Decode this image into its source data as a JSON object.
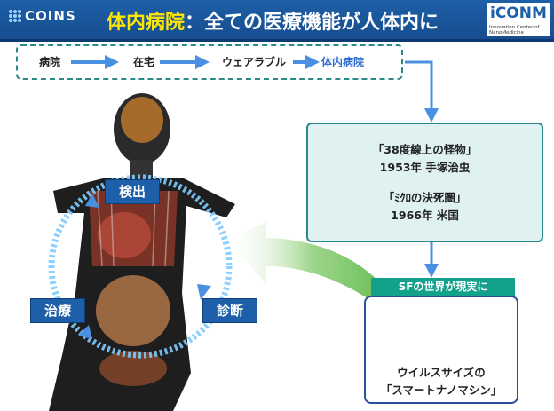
{
  "header": {
    "logo_left": "COINS",
    "title_highlight": "体内病院",
    "title_rest": "：全ての医療機能が人体内に",
    "logo_right": "iCONM",
    "logo_right_sub": "Innovation Center of NanoMedicine"
  },
  "flow": {
    "steps": [
      "病院",
      "在宅",
      "ウェアラブル",
      "体内病院"
    ]
  },
  "info": {
    "line1": "「38度線上の怪物」",
    "line2": "1953年 手塚治虫",
    "line3": "「ﾐｸﾛの決死圏」",
    "line4": "1966年 米国"
  },
  "sf": {
    "label": "SFの世界が現実に",
    "caption_line1": "ウイルスサイズの",
    "caption_line2": "「スマートナノマシン」"
  },
  "cycle": {
    "top": "検出",
    "right": "診断",
    "left": "治療"
  },
  "colors": {
    "header_blue": "#1d5fa8",
    "title_yellow": "#ffe600",
    "teal_border": "#2a8a8a",
    "sf_green": "#12a18a",
    "arrow_blue": "#4a90e2",
    "big_arrow_green": "#7cc46a"
  },
  "icons": [
    "body-illustration",
    "nanomachine-sphere",
    "cycle-arrows",
    "flow-arrows",
    "big-green-arrow"
  ]
}
